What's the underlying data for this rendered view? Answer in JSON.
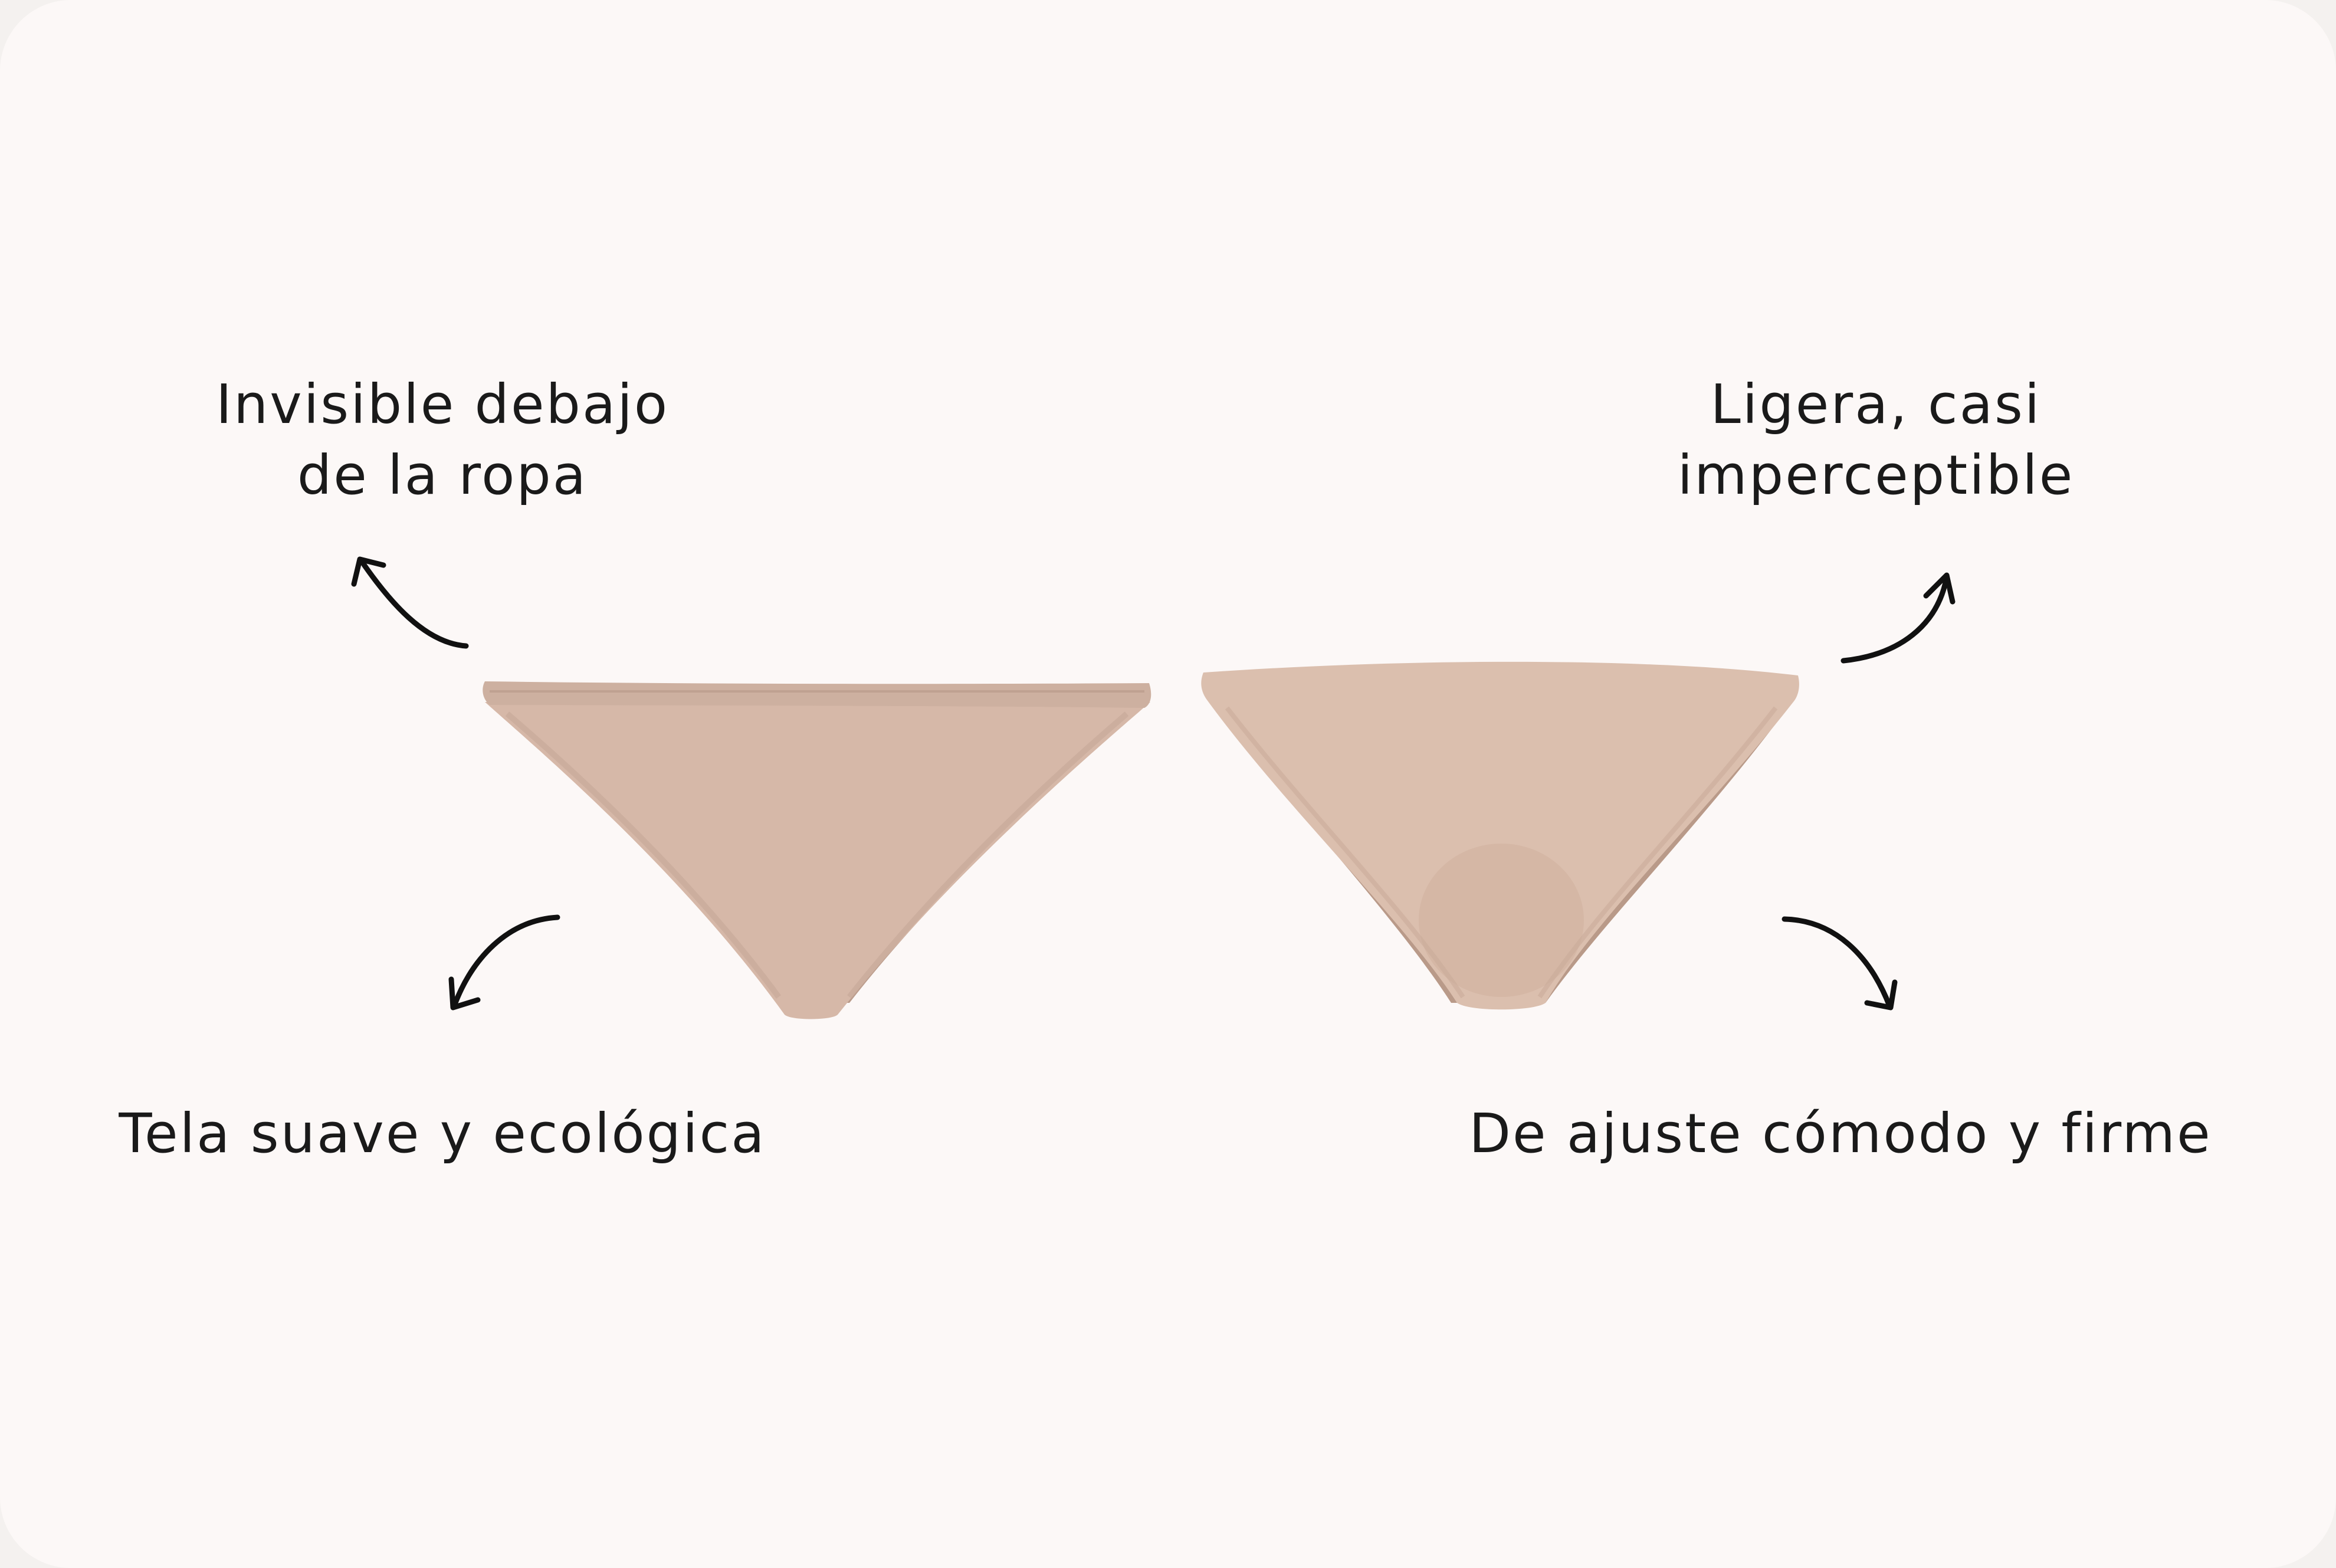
{
  "features": {
    "top_left": {
      "line1": "Invisible debajo",
      "line2": "de la ropa"
    },
    "top_right": {
      "line1": "Ligera, casi",
      "line2": "imperceptible"
    },
    "bottom_left": {
      "line1": "Tela suave y ecológica"
    },
    "bottom_right": {
      "line1": "De ajuste cómodo y firme"
    }
  },
  "colors": {
    "background": "#fcf8f7",
    "fabric_main": "#d6b8a8",
    "fabric_shadow": "#b99a89",
    "text": "#1a1a1a"
  },
  "icons": [
    "curved-arrow-icon"
  ]
}
